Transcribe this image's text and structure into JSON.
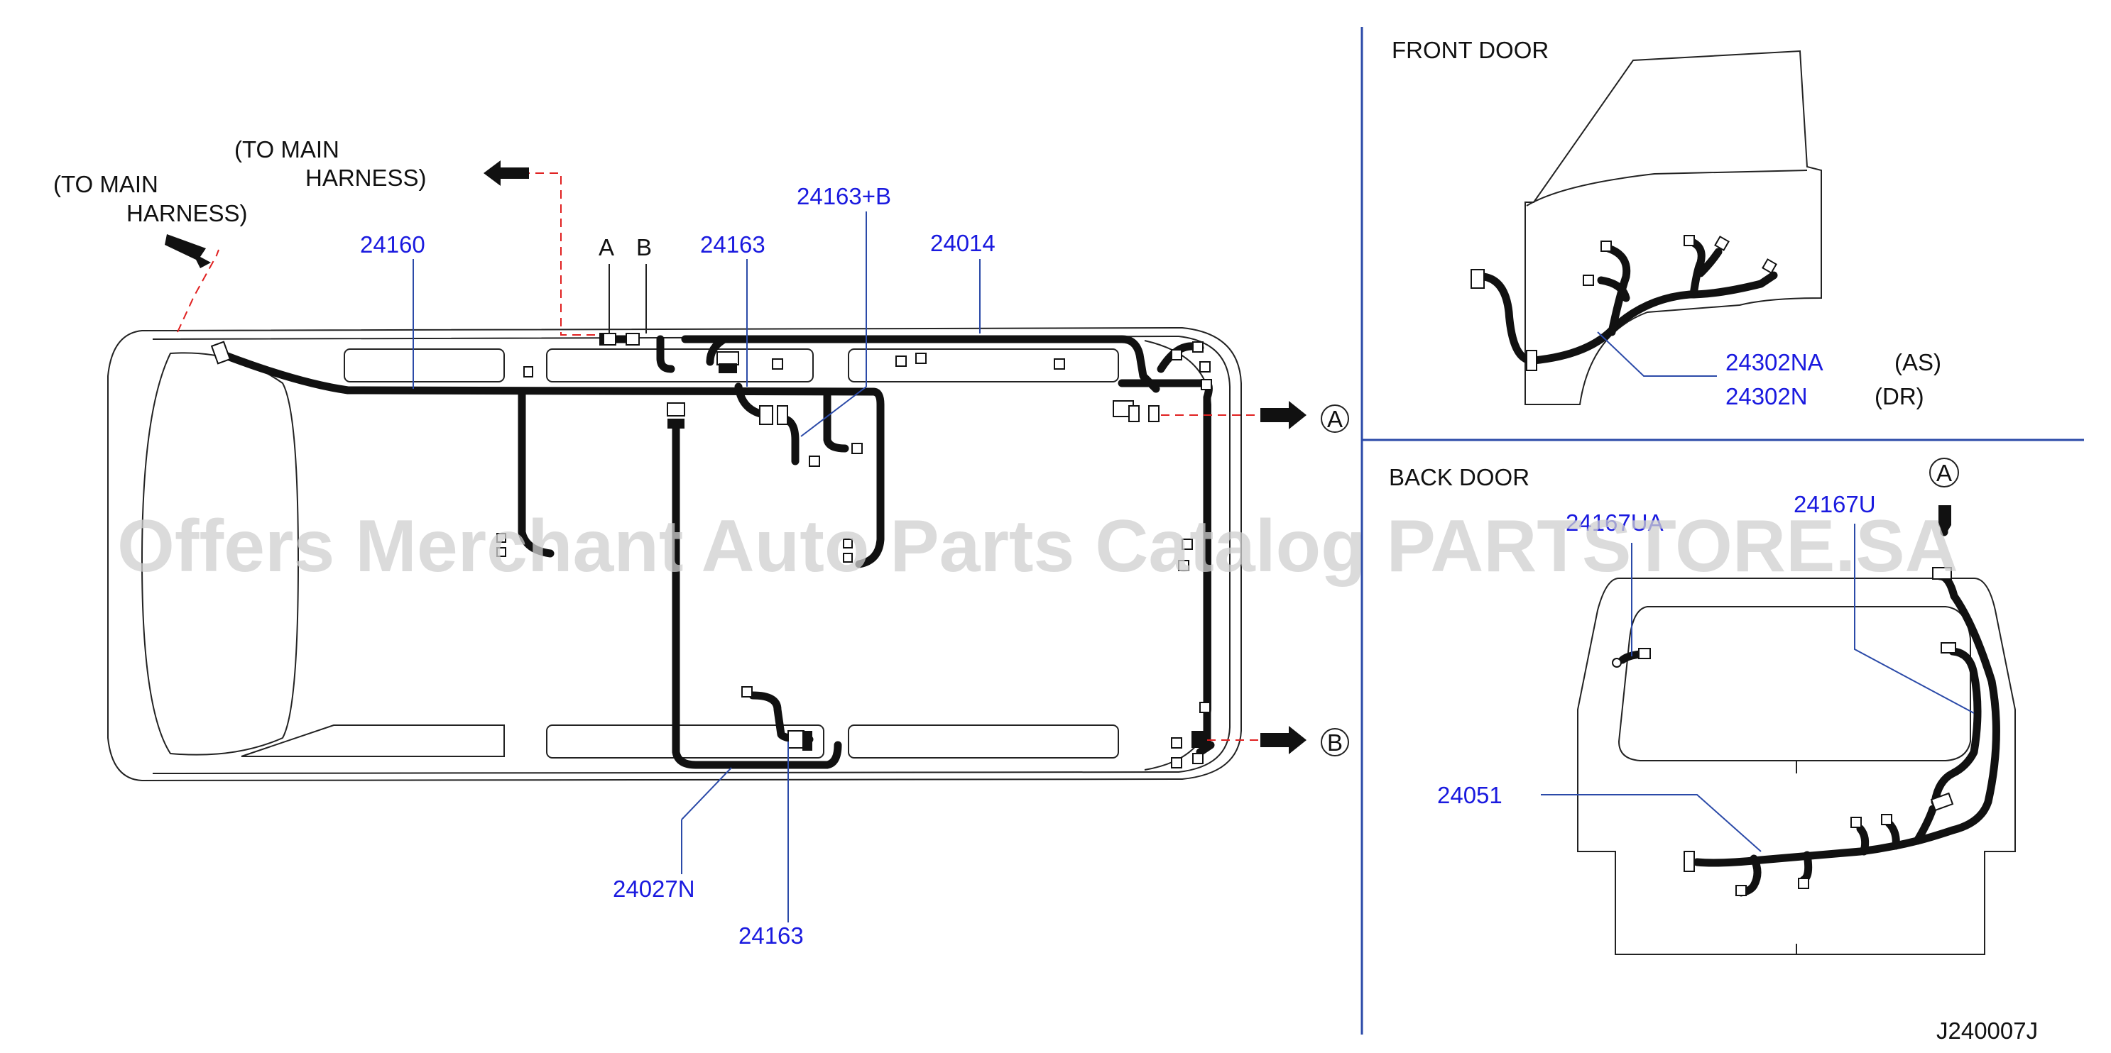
{
  "labels": {
    "to_main_harness_left_1": "(TO  MAIN",
    "to_main_harness_left_2": "HARNESS)",
    "to_main_harness_mid_1": "(TO  MAIN",
    "to_main_harness_mid_2": "HARNESS)",
    "conn_a": "A",
    "conn_b": "B",
    "callout_a": "A",
    "callout_b": "B",
    "callout_a_back": "A",
    "front_door_title": "FRONT  DOOR",
    "back_door_title": "BACK  DOOR",
    "front_door_as": "(AS)",
    "front_door_dr": "(DR)",
    "drawing_code": "J240007J"
  },
  "parts": {
    "p24160": "24160",
    "p24163_top": "24163",
    "p24163b": "24163+B",
    "p24014": "24014",
    "p24027n": "24027N",
    "p24163_bottom": "24163",
    "p24302na": "24302NA",
    "p24302n": "24302N",
    "p24167u": "24167U",
    "p24167ua": "24167UA",
    "p24051": "24051"
  },
  "watermark": "Offers Merchant Auto Parts Catalog PARTSTORE.SA",
  "colors": {
    "part_label": "#1a1adf",
    "harness": "#111111",
    "dashed_route": "#e02020",
    "divider": "#2b4aa8"
  }
}
